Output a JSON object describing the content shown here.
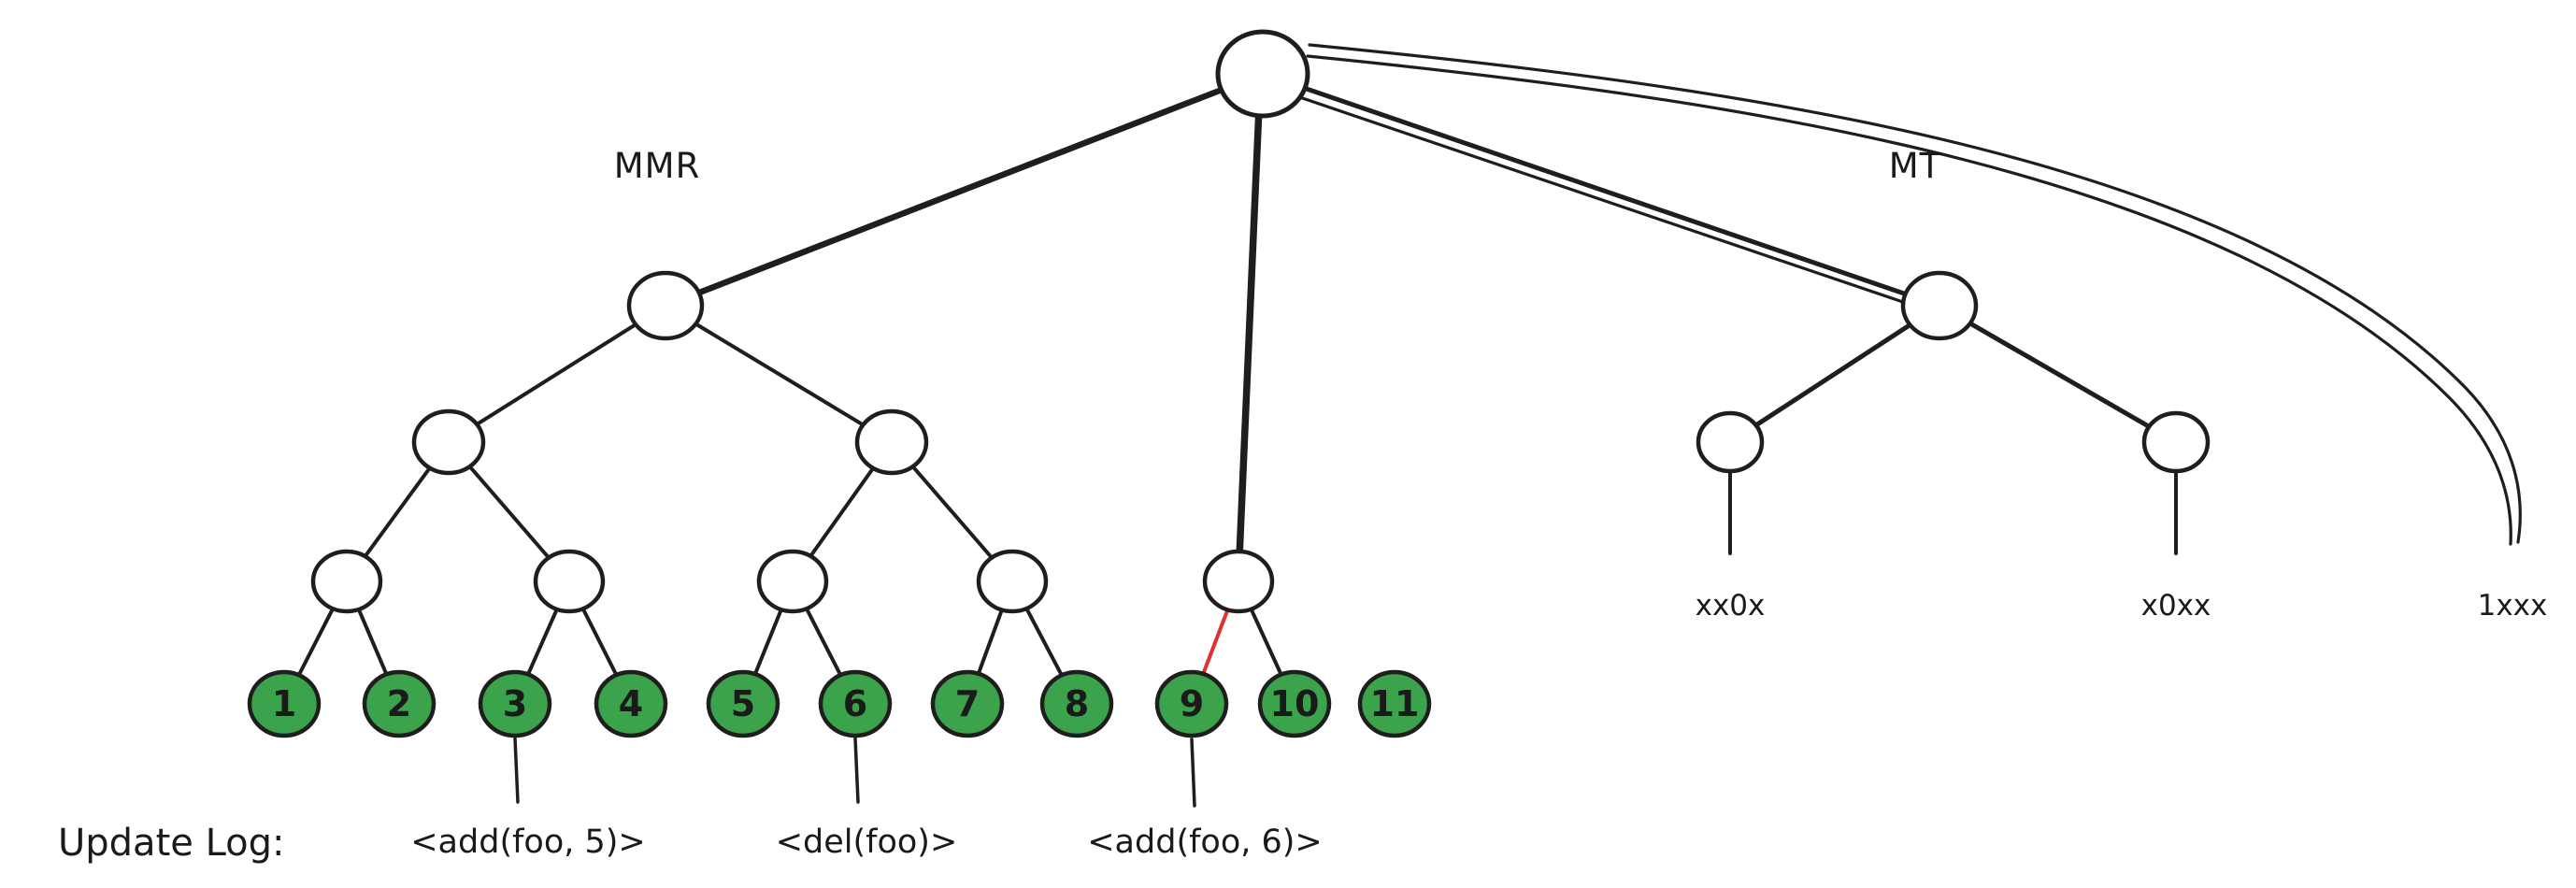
{
  "labels": {
    "mmr": "MMR",
    "mt": "MT"
  },
  "mmr_leaves": [
    "1",
    "2",
    "3",
    "4",
    "5",
    "6",
    "7",
    "8",
    "9",
    "10",
    "11"
  ],
  "mt_leaves": [
    "xx0x",
    "x0xx",
    "1xxx"
  ],
  "update_log": {
    "title": "Update Log:",
    "entries": [
      "<add(foo, 5)>",
      "<del(foo)>",
      "<add(foo, 6)>"
    ]
  },
  "colors": {
    "leaf_fill": "#3aa34b",
    "highlight_edge": "#e03131",
    "stroke": "#1e1e1e",
    "background": "#ffffff"
  }
}
